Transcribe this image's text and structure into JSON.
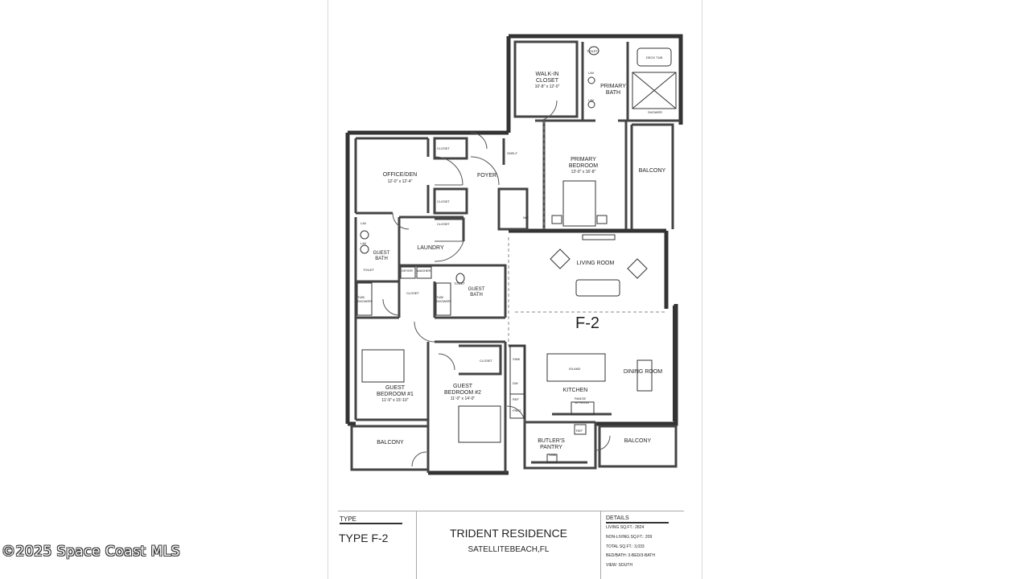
{
  "rooms": {
    "walk_in_closet": {
      "name": "WALK-IN\nCLOSET",
      "dims": "10'-8\" x 12'-0\""
    },
    "primary_bath": {
      "name": "PRIMARY\nBATH"
    },
    "primary_bedroom": {
      "name": "PRIMARY\nBEDROOM",
      "dims": "13'-0\" x 16'-8\""
    },
    "balcony_primary": {
      "name": "BALCONY"
    },
    "office_den": {
      "name": "OFFICE/DEN",
      "dims": "12'-0\" x 12'-4\""
    },
    "foyer": {
      "name": "FOYER"
    },
    "laundry": {
      "name": "LAUNDRY"
    },
    "guest_bath_left": {
      "name": "GUEST\nBATH"
    },
    "guest_bath_center": {
      "name": "GUEST\nBATH"
    },
    "living_room": {
      "name": "LIVING ROOM"
    },
    "unit_code": {
      "name": "F-2"
    },
    "dining_room": {
      "name": "DINING ROOM"
    },
    "kitchen": {
      "name": "KITCHEN"
    },
    "guest_bedroom_1": {
      "name": "GUEST\nBEDROOM #1",
      "dims": "11'-9\" x 15'-10\""
    },
    "guest_bedroom_2": {
      "name": "GUEST\nBEDROOM #2",
      "dims": "11'-0\" x 14'-0\""
    },
    "butlers_pantry": {
      "name": "BUTLER'S\nPANTRY"
    },
    "balcony_left": {
      "name": "BALCONY"
    },
    "balcony_right": {
      "name": "BALCONY"
    }
  },
  "fixtures": {
    "closet": "CLOSET",
    "dryer": "DRYER",
    "washer": "WASHER",
    "tub_shower": "TUB/\nSHOWER",
    "toilet": "TOILET",
    "lav": "LAV",
    "deck_tub": "DECK TUB",
    "shower": "SHOWER",
    "island": "ISLAND",
    "range": "RANGE\nW/ HOOD",
    "sink": "SINK",
    "ref": "REF",
    "frez": "FREZ",
    "dw": "DW",
    "wh": "WH",
    "shelf": "SHELF"
  },
  "title_block": {
    "type_heading": "TYPE",
    "type_value": "TYPE F-2",
    "project_name": "TRIDENT RESIDENCE",
    "location": "SATELLITEBEACH,FL",
    "details_heading": "DETAILS",
    "details": [
      "LIVING SQ.FT.: 2824",
      "NON-LIVING SQ.FT.: 209",
      "TOTAL SQ.FT.: 3,033",
      "BED/BATH: 3-BED/3-BATH",
      "VIEW: SOUTH"
    ]
  },
  "watermark": "©2025 Space Coast MLS"
}
